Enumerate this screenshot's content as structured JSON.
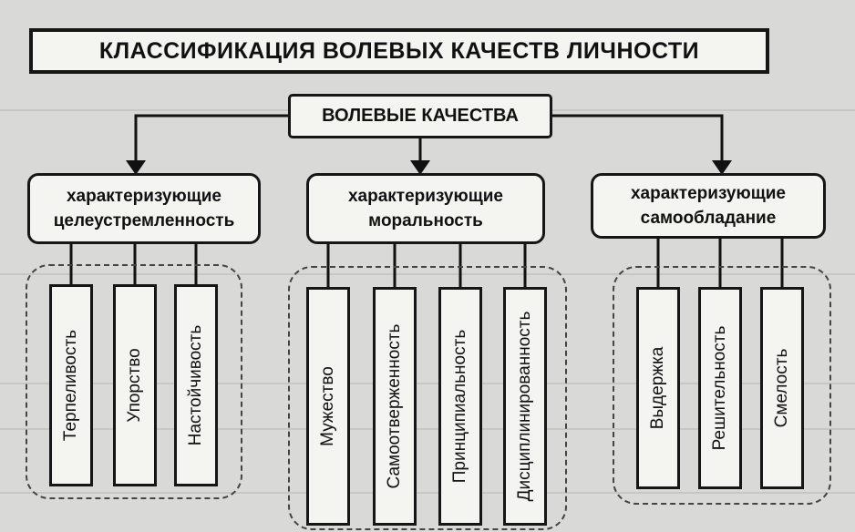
{
  "title": "КЛАССИФИКАЦИЯ ВОЛЕВЫХ КАЧЕСТВ ЛИЧНОСТИ",
  "root": "ВОЛЕВЫЕ КАЧЕСТВА",
  "categories": [
    {
      "line1": "характеризующие",
      "line2": "целеустремленность",
      "items": [
        "Терпеливость",
        "Упорство",
        "Настойчивость"
      ]
    },
    {
      "line1": "характеризующие",
      "line2": "моральность",
      "items": [
        "Мужество",
        "Самоотверженность",
        "Принципиальность",
        "Дисциплинированность"
      ]
    },
    {
      "line1": "характеризующие",
      "line2": "самообладание",
      "items": [
        "Выдержка",
        "Решительность",
        "Смелость"
      ]
    }
  ]
}
